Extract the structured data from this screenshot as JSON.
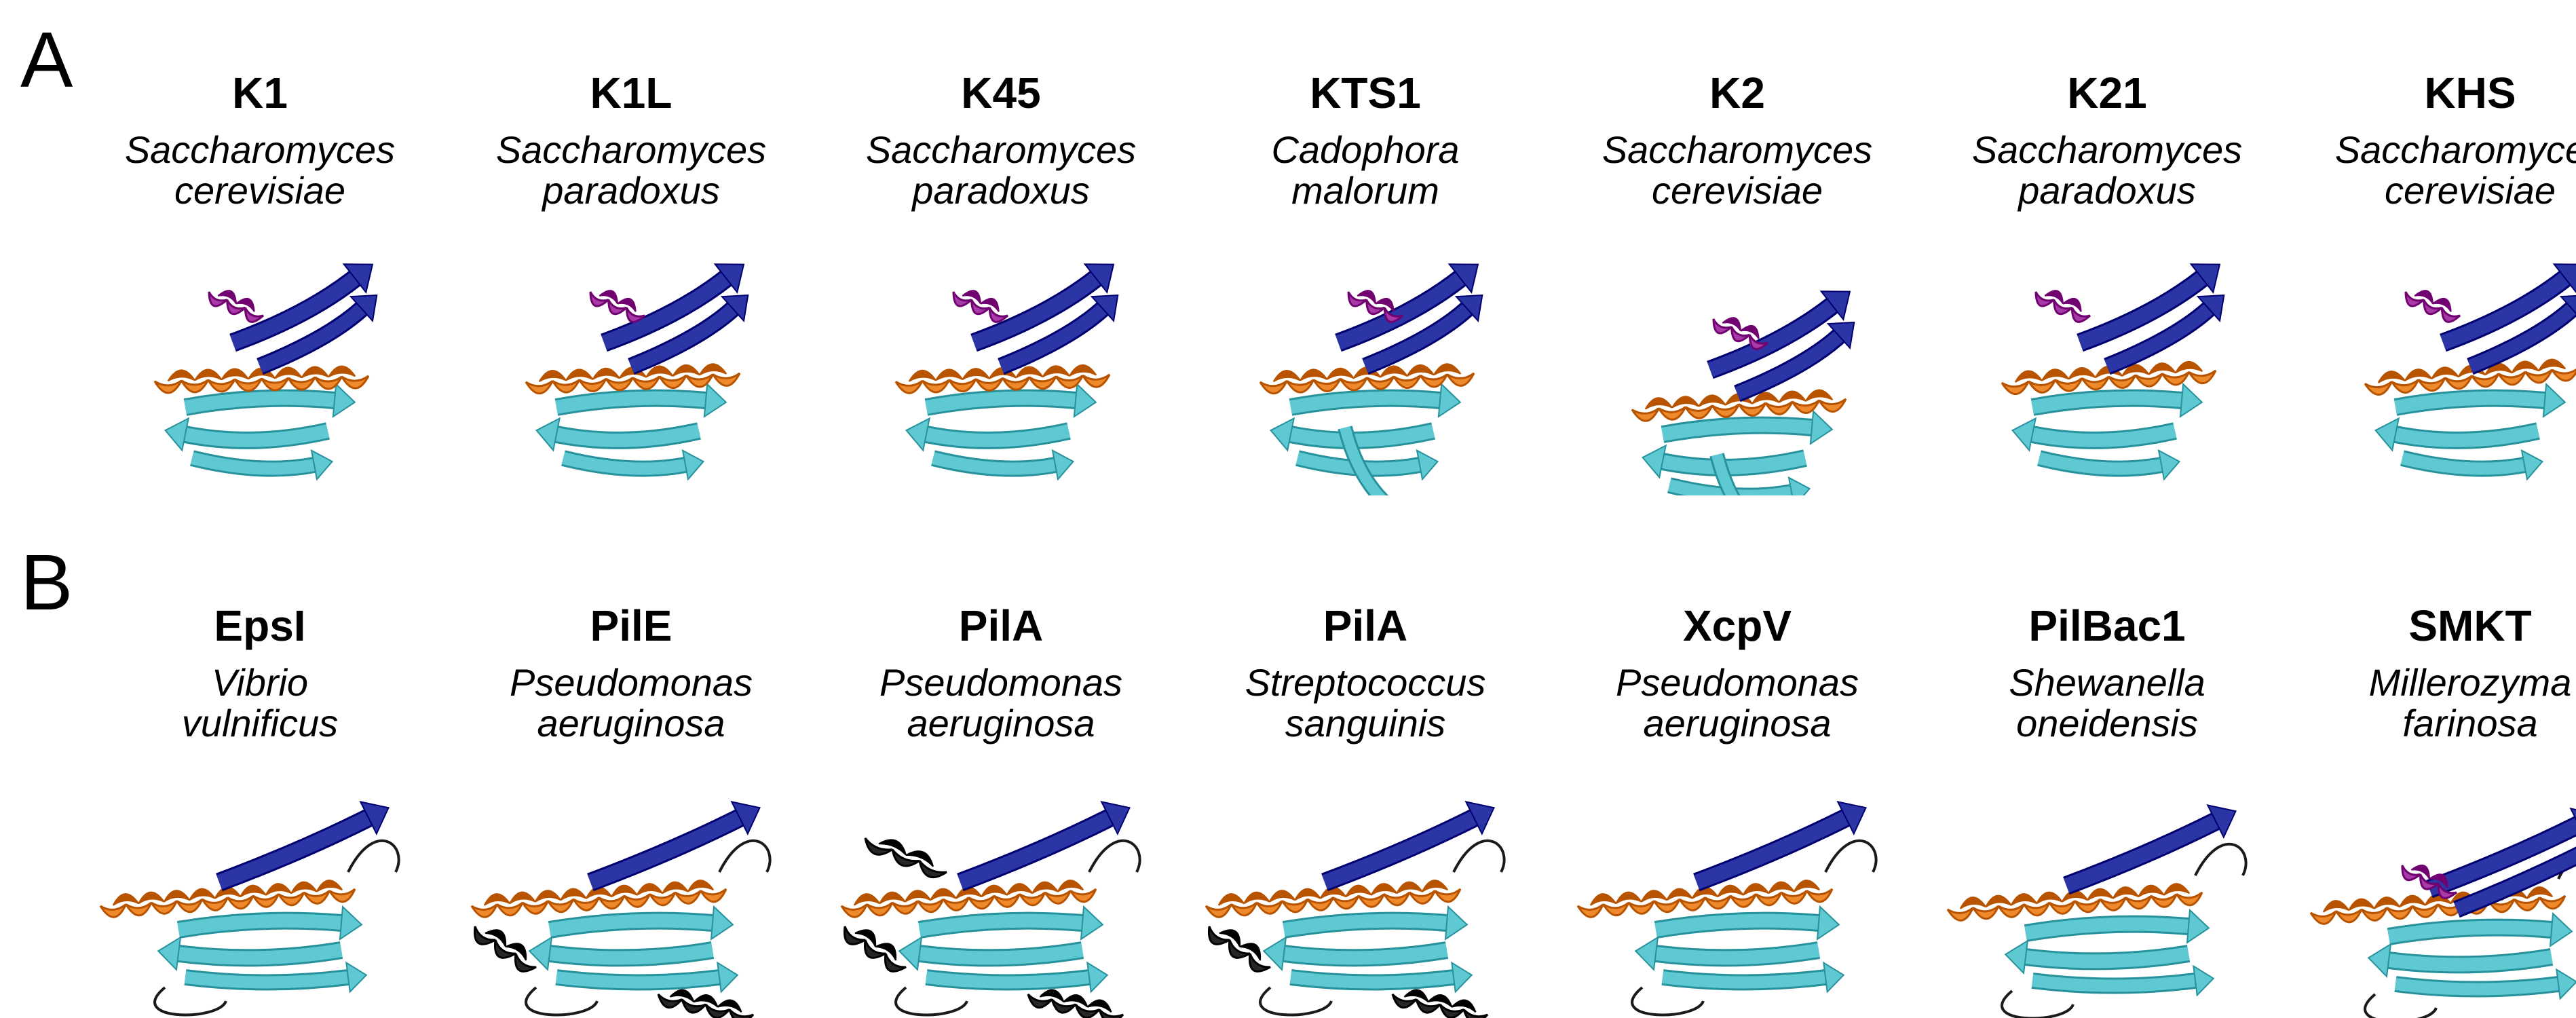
{
  "panels": [
    {
      "letter": "A",
      "proteins": [
        {
          "name": "K1",
          "species": [
            "Saccharomyces",
            "cerevisiae"
          ],
          "image": "protein-structure"
        },
        {
          "name": "K1L",
          "species": [
            "Saccharomyces",
            "paradoxus"
          ],
          "image": "protein-structure"
        },
        {
          "name": "K45",
          "species": [
            "Saccharomyces",
            "paradoxus"
          ],
          "image": "protein-structure"
        },
        {
          "name": "KTS1",
          "species": [
            "Cadophora",
            "malorum"
          ],
          "image": "protein-structure"
        },
        {
          "name": "K2",
          "species": [
            "Saccharomyces",
            "cerevisiae"
          ],
          "image": "protein-structure"
        },
        {
          "name": "K21",
          "species": [
            "Saccharomyces",
            "paradoxus"
          ],
          "image": "protein-structure"
        },
        {
          "name": "KHS",
          "species": [
            "Saccharomyces",
            "cerevisiae"
          ],
          "image": "protein-structure"
        }
      ]
    },
    {
      "letter": "B",
      "proteins": [
        {
          "name": "EpsI",
          "species": [
            "Vibrio",
            "vulnificus"
          ],
          "image": "protein-structure"
        },
        {
          "name": "PilE",
          "species": [
            "Pseudomonas",
            "aeruginosa"
          ],
          "image": "protein-structure"
        },
        {
          "name": "PilA",
          "species": [
            "Pseudomonas",
            "aeruginosa"
          ],
          "image": "protein-structure"
        },
        {
          "name": "PilA",
          "species": [
            "Streptococcus",
            "sanguinis"
          ],
          "image": "protein-structure"
        },
        {
          "name": "XcpV",
          "species": [
            "Pseudomonas",
            "aeruginosa"
          ],
          "image": "protein-structure"
        },
        {
          "name": "PilBac1",
          "species": [
            "Shewanella",
            "oneidensis"
          ],
          "image": "protein-structure"
        },
        {
          "name": "SMKT",
          "species": [
            "Millerozyma",
            "farinosa"
          ],
          "image": "protein-structure"
        }
      ]
    }
  ],
  "colors": {
    "helix_long": "#ef8a2c",
    "helix_short": "#a83aa8",
    "strand_dark": "#2b35a6",
    "strand_light": "#5ec9d3",
    "extra_domain": "#262626",
    "loop": "#1a1a1a"
  }
}
